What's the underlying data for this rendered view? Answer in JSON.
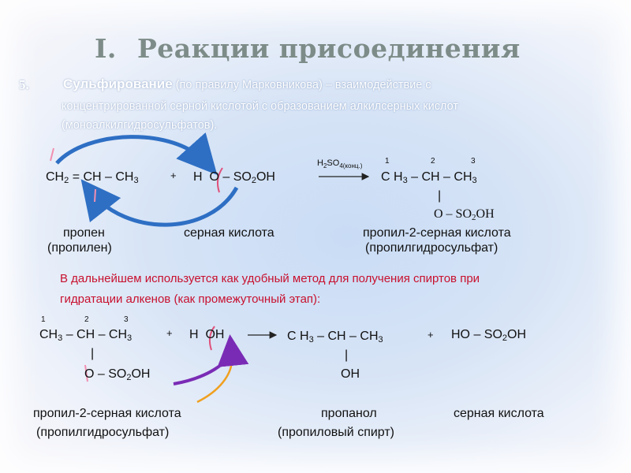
{
  "title": {
    "num": "I.",
    "text": "Реакции присоединения"
  },
  "item": {
    "num": "5.",
    "name": "Сульфирование",
    "rule": "(по правилу Марковникова) – взаимодействие с",
    "line2": "концентрированной серной кислотой с образованием алкилсерных кислот",
    "line3": "(моноалкилгидросульфатов)."
  },
  "reaction1": {
    "reactant1": {
      "a": "CH",
      "a_sub": "2",
      "b": "= CH – CH",
      "b_sub": "3"
    },
    "plus": "+",
    "reactant2": {
      "h": "H",
      "rest": "O – SO",
      "rest_sub": "2",
      "tail": "OH"
    },
    "catalyst": {
      "a": "H",
      "a_sub": "2",
      "b": "SO",
      "b_sub": "4(конц.)"
    },
    "product": {
      "a": "C H",
      "a_sub": "3",
      "b": "– CH – CH",
      "b_sub": "3"
    },
    "numbers": [
      "1",
      "2",
      "3"
    ],
    "bond": "|",
    "substituent": {
      "a": "O – SO",
      "a_sub": "2",
      "b": "OH"
    },
    "labels": {
      "propene": "пропен",
      "propylene": "(пропилен)",
      "acid": "серная кислота",
      "product": "пропил-2-серная кислота",
      "product_alt": "(пропилгидросульфат)"
    }
  },
  "note": {
    "line1": "В дальнейшем используется как  удобный метод для получения спиртов при",
    "line2": "гидратации алкенов (как промежуточный этап):"
  },
  "reaction2": {
    "numbers": [
      "1",
      "2",
      "3"
    ],
    "reactant1": {
      "a": "CH",
      "a_sub": "3",
      "b": "– CH – CH",
      "b_sub": "3"
    },
    "bond": "|",
    "substituent": {
      "a": "O – SO",
      "a_sub": "2",
      "b": "OH"
    },
    "plus1": "+",
    "reactant2": {
      "h": "H",
      "rest": "OH"
    },
    "product1": {
      "a": "C H",
      "a_sub": "3",
      "b": "– CH – CH",
      "b_sub": "3"
    },
    "product1_sub": "OH",
    "plus2": "+",
    "product2": {
      "a": "HO – SO",
      "a_sub": "2",
      "b": "OH"
    },
    "labels": {
      "reactant": "пропил-2-серная кислота",
      "reactant_alt": "(пропилгидросульфат)",
      "product1": "пропанол",
      "product1_alt": "(пропиловый спирт)",
      "product2": "серная кислота"
    }
  },
  "colors": {
    "title": "#7d8c88",
    "note": "#c8102e",
    "arrow_blue": "#2e6fc4",
    "arrow_purple": "#7a2bb5",
    "arrow_orange": "#f0a020",
    "cut_mark": "#e0507a"
  }
}
